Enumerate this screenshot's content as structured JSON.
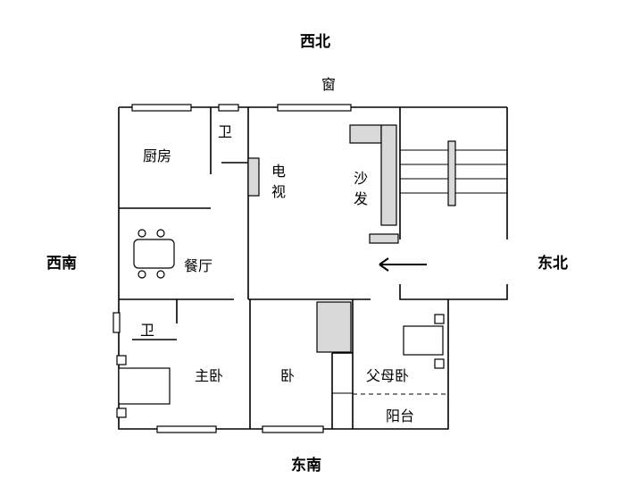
{
  "directions": {
    "north_west": "西北",
    "south_west": "西南",
    "north_east": "东北",
    "south_east": "东南"
  },
  "labels": {
    "window": "窗",
    "bath_top": "卫",
    "kitchen": "厨房",
    "tv_1": "电",
    "tv_2": "视",
    "sofa_1": "沙",
    "sofa_2": "发",
    "dining": "餐厅",
    "bath_bottom": "卫",
    "master_bedroom": "主卧",
    "bedroom": "卧",
    "parents_bedroom": "父母卧",
    "balcony": "阳台"
  }
}
